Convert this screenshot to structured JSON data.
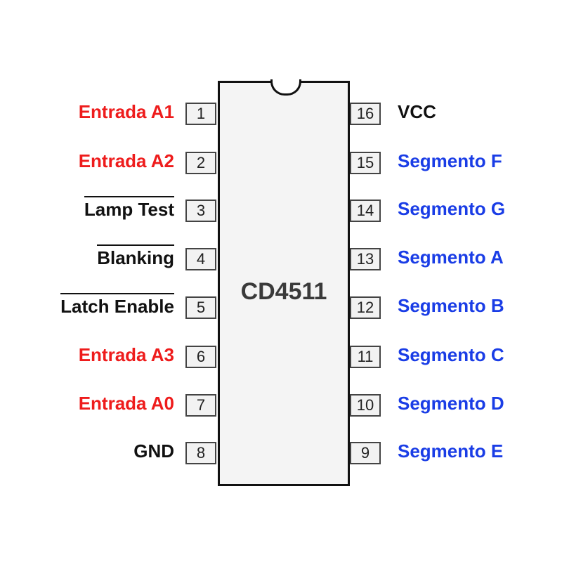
{
  "chip": {
    "name": "CD4511"
  },
  "colors": {
    "input": "#ee1c1c",
    "segment": "#1a3de6",
    "control": "#111111"
  },
  "pins_left": [
    {
      "number": "1",
      "label": "Entrada A1",
      "type": "input",
      "active_low": false
    },
    {
      "number": "2",
      "label": "Entrada A2",
      "type": "input",
      "active_low": false
    },
    {
      "number": "3",
      "label": "Lamp Test",
      "type": "control",
      "active_low": true
    },
    {
      "number": "4",
      "label": "Blanking",
      "type": "control",
      "active_low": true
    },
    {
      "number": "5",
      "label": "Latch Enable",
      "type": "control",
      "active_low": true
    },
    {
      "number": "6",
      "label": "Entrada A3",
      "type": "input",
      "active_low": false
    },
    {
      "number": "7",
      "label": "Entrada A0",
      "type": "input",
      "active_low": false
    },
    {
      "number": "8",
      "label": "GND",
      "type": "control",
      "active_low": false
    }
  ],
  "pins_right": [
    {
      "number": "16",
      "label": "VCC",
      "type": "control",
      "active_low": false
    },
    {
      "number": "15",
      "label": "Segmento F",
      "type": "segment",
      "active_low": false
    },
    {
      "number": "14",
      "label": "Segmento G",
      "type": "segment",
      "active_low": false
    },
    {
      "number": "13",
      "label": "Segmento A",
      "type": "segment",
      "active_low": false
    },
    {
      "number": "12",
      "label": "Segmento B",
      "type": "segment",
      "active_low": false
    },
    {
      "number": "11",
      "label": "Segmento C",
      "type": "segment",
      "active_low": false
    },
    {
      "number": "10",
      "label": "Segmento D",
      "type": "segment",
      "active_low": false
    },
    {
      "number": "9",
      "label": "Segmento E",
      "type": "segment",
      "active_low": false
    }
  ]
}
